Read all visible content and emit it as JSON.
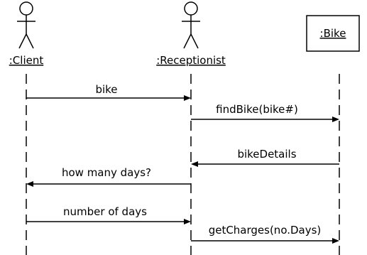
{
  "participants": [
    {
      "id": "client",
      "label": ":Client",
      "kind": "actor"
    },
    {
      "id": "receptionist",
      "label": ":Receptionist",
      "kind": "actor"
    },
    {
      "id": "bike",
      "label": ":Bike",
      "kind": "object"
    }
  ],
  "messages": [
    {
      "label": "bike",
      "from": "client",
      "to": "receptionist"
    },
    {
      "label": "findBike(bike#)",
      "from": "receptionist",
      "to": "bike"
    },
    {
      "label": "bikeDetails",
      "from": "bike",
      "to": "receptionist"
    },
    {
      "label": "how many days?",
      "from": "receptionist",
      "to": "client"
    },
    {
      "label": "number of days",
      "from": "client",
      "to": "receptionist"
    },
    {
      "label": "getCharges(no.Days)",
      "from": "receptionist",
      "to": "bike"
    }
  ]
}
